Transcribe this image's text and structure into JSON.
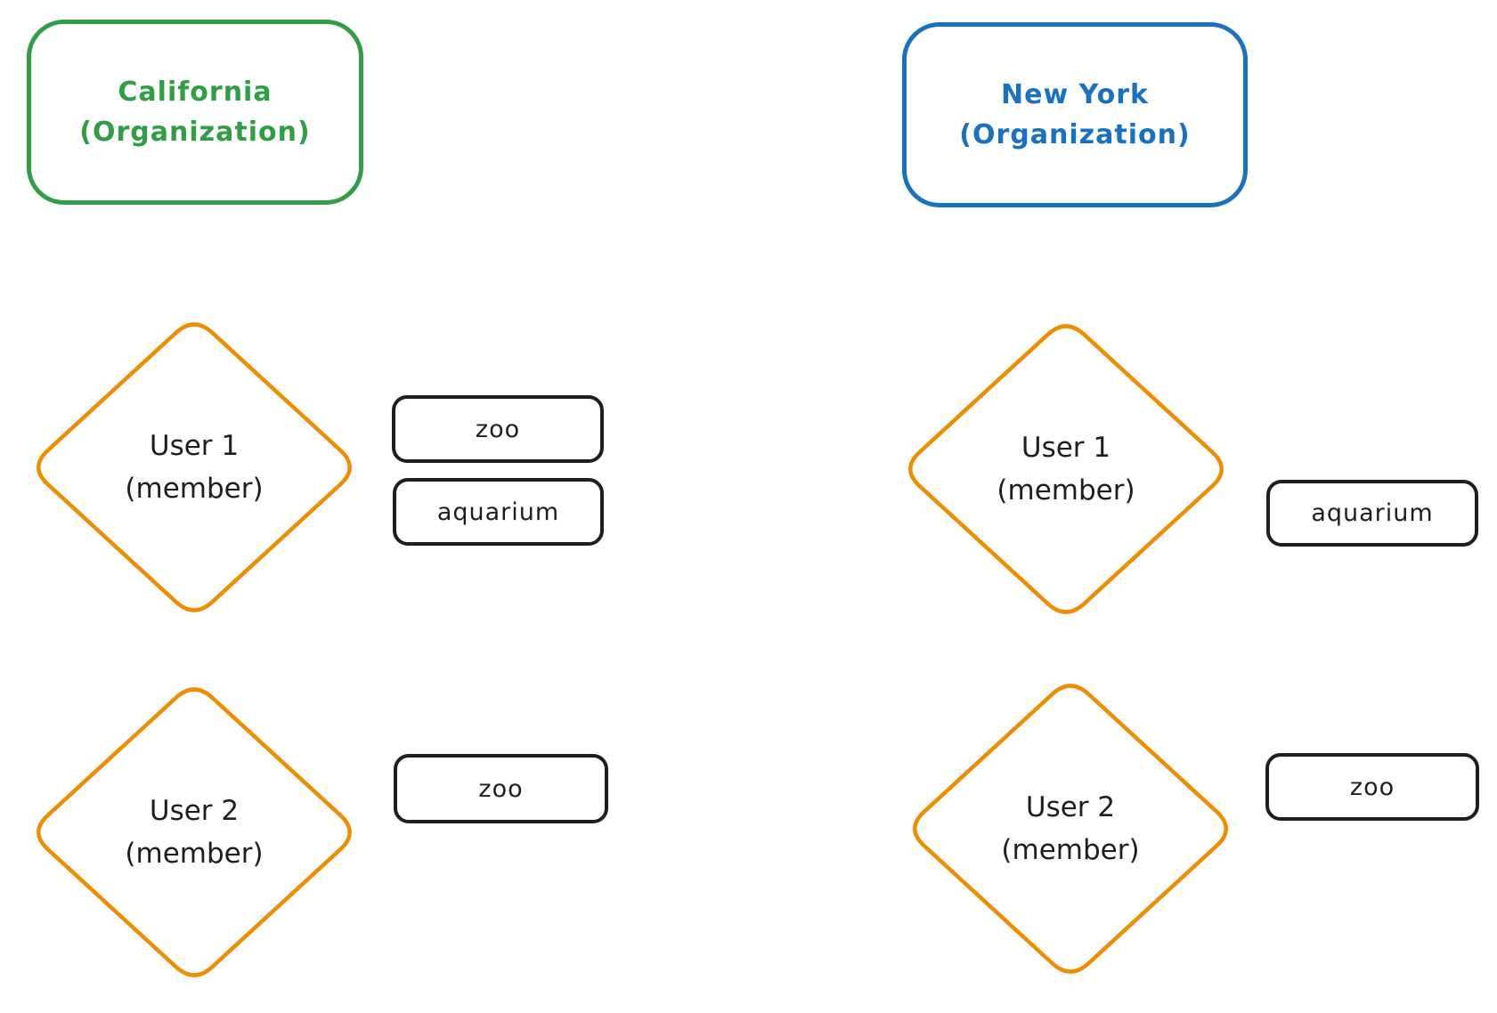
{
  "colors": {
    "org_left": "#2f9e44",
    "org_right": "#1971c2",
    "user": "#f08c00",
    "ink": "#1e1e1e",
    "background": "#ffffff"
  },
  "diagram": {
    "left_org": {
      "name": "California",
      "qualifier": "(Organization)"
    },
    "right_org": {
      "name": "New York",
      "qualifier": "(Organization)"
    },
    "left_users": [
      {
        "name": "User 1",
        "role": "(member)",
        "tags": [
          "zoo",
          "aquarium"
        ]
      },
      {
        "name": "User 2",
        "role": "(member)",
        "tags": [
          "zoo"
        ]
      }
    ],
    "right_users": [
      {
        "name": "User 1",
        "role": "(member)",
        "tags": [
          "aquarium"
        ]
      },
      {
        "name": "User 2",
        "role": "(member)",
        "tags": [
          "zoo"
        ]
      }
    ]
  }
}
